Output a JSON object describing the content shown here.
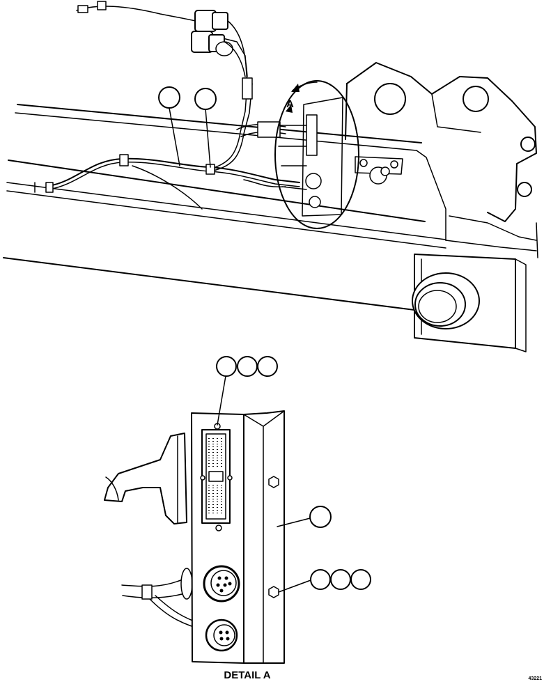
{
  "view_marker": "A",
  "detail_caption": "DETAIL A",
  "figure_code": "43221",
  "callouts": [
    "",
    "",
    "",
    "",
    "",
    "",
    "",
    "",
    ""
  ],
  "colors": {
    "ink": "#000000",
    "paper": "#ffffff"
  }
}
